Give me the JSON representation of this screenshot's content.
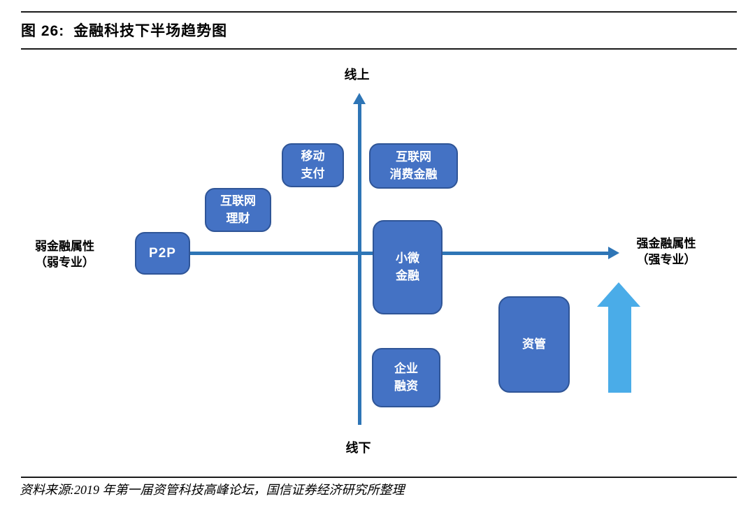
{
  "colors": {
    "box_fill": "#4472C4",
    "box_border": "#2F5597",
    "box_text": "#FFFFFF",
    "axis_blue": "#2E75B6",
    "trend_arrow_blue": "#4AACE8",
    "rule_black": "#1A1A1A",
    "text_black": "#000000"
  },
  "header": {
    "figure_label": "图 26:",
    "figure_title": "金融科技下半场趋势图"
  },
  "diagram": {
    "axis_labels": {
      "top": "线上",
      "bottom": "线下",
      "left": "弱金融属性\n（弱专业）",
      "right": "强金融属性\n（强专业）"
    },
    "nodes": [
      {
        "id": "mobile-payment",
        "label": "移动\n支付",
        "quadrant": "upper-left"
      },
      {
        "id": "internet-consumer-finance",
        "label": "互联网\n消费金融",
        "quadrant": "upper-right"
      },
      {
        "id": "internet-wealth-management",
        "label": "互联网\n理财",
        "quadrant": "upper-left"
      },
      {
        "id": "p2p",
        "label": "P2P",
        "quadrant": "left-on-axis"
      },
      {
        "id": "micro-finance",
        "label": "小微\n金融",
        "quadrant": "center-on-axis"
      },
      {
        "id": "enterprise-financing",
        "label": "企业\n融资",
        "quadrant": "lower-right"
      },
      {
        "id": "asset-management",
        "label": "资管",
        "quadrant": "lower-right"
      }
    ]
  },
  "footer": {
    "source": "资料来源:2019 年第一届资管科技高峰论坛，国信证券经济研究所整理"
  }
}
